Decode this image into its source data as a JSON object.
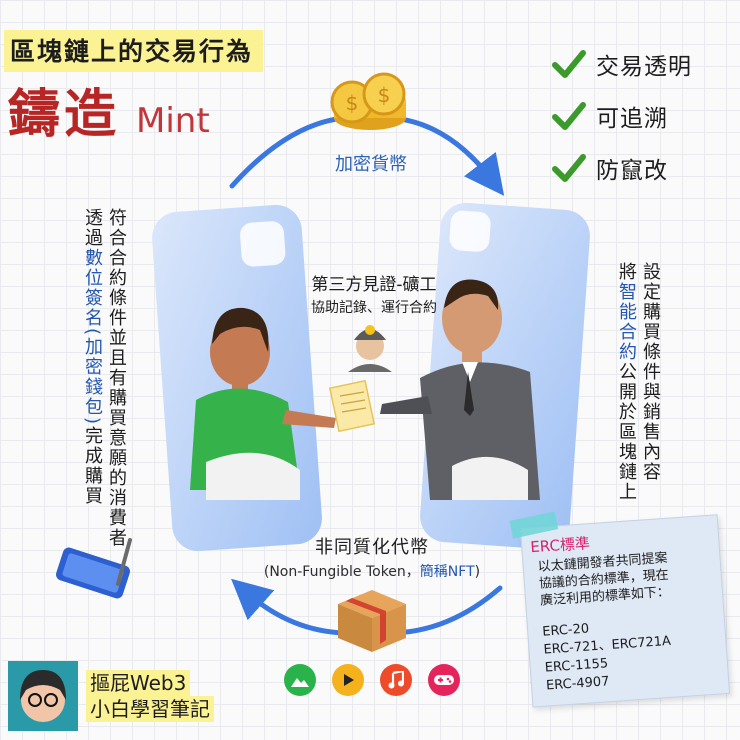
{
  "header": {
    "title": "區塊鏈上的交易行為",
    "mint_zh": "鑄造",
    "mint_en": "Mint"
  },
  "properties": [
    {
      "label": "交易透明",
      "icon": "checkmark-icon"
    },
    {
      "label": "可追溯",
      "icon": "checkmark-icon"
    },
    {
      "label": "防竄改",
      "icon": "checkmark-icon"
    }
  ],
  "cycle": {
    "crypto_label": "加密貨幣",
    "nft_title": "非同質化代幣",
    "nft_sub_prefix": "(Non-Fungible Token，",
    "nft_sub_highlight": "簡稱NFT",
    "nft_sub_suffix": ")"
  },
  "buyer": {
    "line1": "符合合約條件並且有購買意願的消費者",
    "line2_pre": "透過",
    "line2_hl": "數位簽名(加密錢包)",
    "line2_post": "完成購買"
  },
  "seller": {
    "line1": "設定購買條件與銷售內容",
    "line2_pre": "將",
    "line2_hl": "智能合約",
    "line2_post": "公開於區塊鏈上"
  },
  "witness": {
    "title": "第三方見證-礦工",
    "desc": "協助記錄、運行合約"
  },
  "erc": {
    "title": "ERC標準",
    "desc": [
      "以太鏈開發者共同提案",
      "協議的合約標準，現在",
      "廣泛利用的標準如下："
    ],
    "items": [
      "ERC-20",
      "ERC-721、ERC721A",
      "ERC-1155",
      "ERC-4907"
    ]
  },
  "author": {
    "name": "摳屁Web3",
    "note": "小白學習筆記"
  },
  "media_icons": [
    {
      "name": "image-icon",
      "color": "#2bb34b"
    },
    {
      "name": "play-icon",
      "color": "#f5b21c"
    },
    {
      "name": "music-icon",
      "color": "#ee4b2b"
    },
    {
      "name": "gamepad-icon",
      "color": "#e6245c"
    }
  ],
  "colors": {
    "accent_blue": "#3a78e0",
    "title_red": "#b72625",
    "highlight_yellow": "#fbf293",
    "check_green": "#3c9a2c"
  }
}
